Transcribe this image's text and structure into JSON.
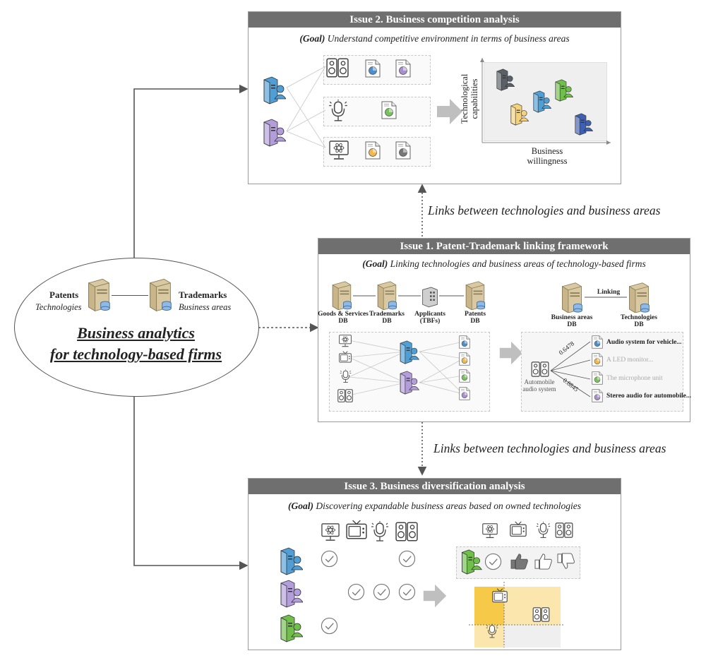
{
  "main": {
    "title_line1": "Business analytics",
    "title_line2": "for technology-based firms",
    "patents_label": "Patents",
    "patents_sub": "Technologies",
    "trademarks_label": "Trademarks",
    "trademarks_sub": "Business areas"
  },
  "links_label_top": "Links between technologies and business areas",
  "links_label_bottom": "Links between technologies and business areas",
  "issue2": {
    "title": "Issue 2. Business competition analysis",
    "goal_prefix": "(Goal)",
    "goal_text": " Understand competitive environment in terms of business areas",
    "y_axis": "Technological capabilities",
    "x_axis_line1": "Business",
    "x_axis_line2": "willingness"
  },
  "issue1": {
    "title": "Issue 1. Patent-Trademark linking framework",
    "goal_prefix": "(Goal)",
    "goal_text": " Linking technologies and business areas of technology-based firms",
    "db_goods_line1": "Goods & Services",
    "db_goods_line2": "DB",
    "db_trademarks_line1": "Trademarks",
    "db_trademarks_line2": "DB",
    "applicants_line1": "Applicants",
    "applicants_line2": "(TBFs)",
    "db_patents_line1": "Patents",
    "db_patents_line2": "DB",
    "db_business_line1": "Business areas",
    "db_business_line2": "DB",
    "linking": "Linking",
    "db_tech_line1": "Technologies",
    "db_tech_line2": "DB",
    "auto_line1": "Automobile",
    "auto_line2": "audio system",
    "score1": "0.6478",
    "score2": "0.8845",
    "result1": "Audio system for vehicle...",
    "result2": "A LED monitor...",
    "result3": "The microphone unit",
    "result4": "Stereo audio for automobile..."
  },
  "issue3": {
    "title": "Issue 3. Business diversification analysis",
    "goal_prefix": "(Goal)",
    "goal_text": " Discovering expandable business areas based on owned technologies"
  },
  "colors": {
    "panel_header": "#6f6f6f",
    "blue_firm": "#4f9fd6",
    "purple_firm": "#b39ddb",
    "green_firm": "#6fbf4a",
    "dark_firm": "#5a6068",
    "navy_firm": "#3f5fb0",
    "yellow_firm": "#f5d27a",
    "heat_strong": "#f7c948",
    "heat_light": "#fbe6ad"
  }
}
